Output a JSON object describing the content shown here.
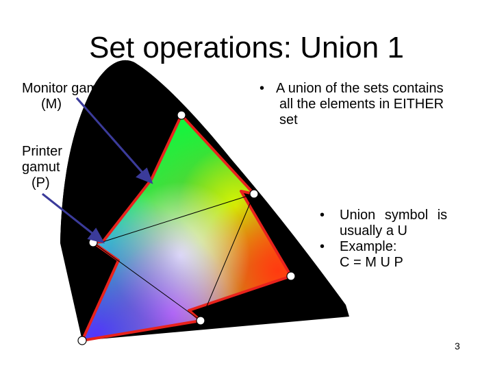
{
  "slide": {
    "title": "Set operations: Union 1",
    "labels": {
      "monitor_line1": "Monitor gamut",
      "monitor_line2": "(M)",
      "printer_line1": "Printer",
      "printer_line2": "gamut",
      "printer_line3": "(P)"
    },
    "bullets_top": [
      {
        "line1": "A union of the sets contains",
        "line2": "all the elements in EITHER",
        "line3": "set"
      }
    ],
    "bullets_bottom": [
      {
        "line1": "Union symbol is",
        "line2": "usually a U"
      },
      {
        "line1": "Example:",
        "line2": "C = M U P"
      }
    ],
    "bullet_glyph": "•",
    "page_number": "3"
  },
  "colors": {
    "locus": "#000000",
    "gamut_outline": "#e8221c",
    "arrow": "#3b3b9a",
    "vertex_fill": "#ffffff"
  }
}
